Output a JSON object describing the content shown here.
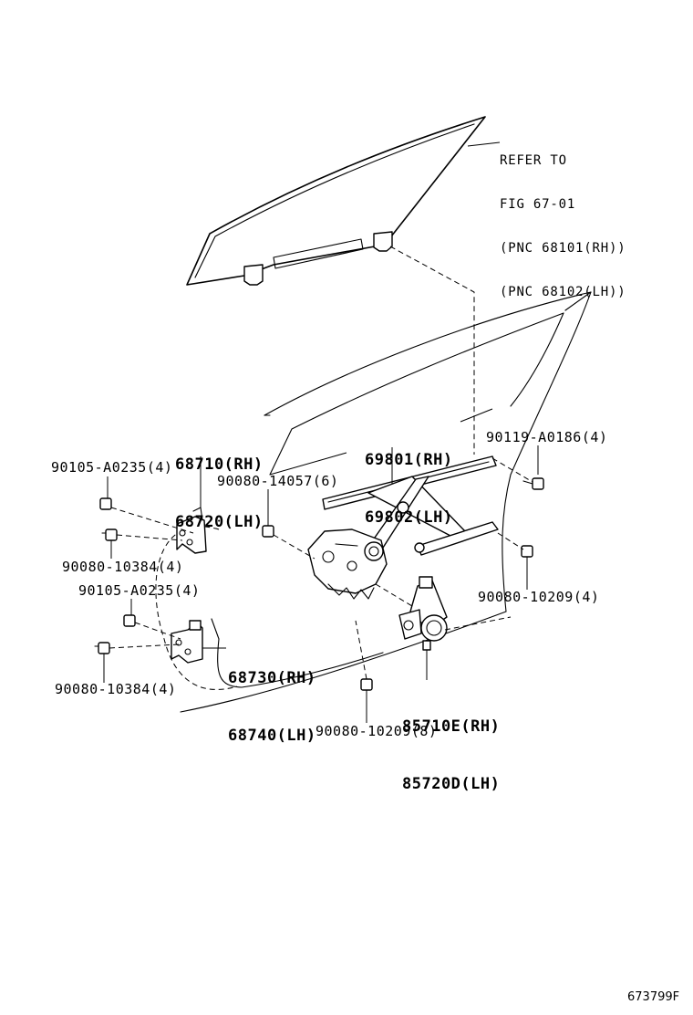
{
  "labels": {
    "refer_to": {
      "line1": "REFER TO",
      "line2": "FIG 67-01",
      "line3": "(PNC 68101(RH))",
      "line4": "(PNC 68102(LH))"
    },
    "hinge_upper": {
      "rh": "68710(RH)",
      "lh": "68720(LH)"
    },
    "regulator": {
      "rh": "69801(RH)",
      "lh": "69802(LH)"
    },
    "hinge_lower": {
      "rh": "68730(RH)",
      "lh": "68740(LH)"
    },
    "motor": {
      "rh": "85710E(RH)",
      "lh": "85720D(LH)"
    },
    "bolts": {
      "b_90119": "90119-A0186(4)",
      "b_90105_upper": "90105-A0235(4)",
      "b_90080_14057": "90080-14057(6)",
      "b_90080_10384_upper": "90080-10384(4)",
      "b_90105_lower": "90105-A0235(4)",
      "b_90080_10209_right": "90080-10209(4)",
      "b_90080_10384_lower": "90080-10384(4)",
      "b_90080_10209_bottom": "90080-10209(8)"
    }
  },
  "figure_code": "673799F"
}
